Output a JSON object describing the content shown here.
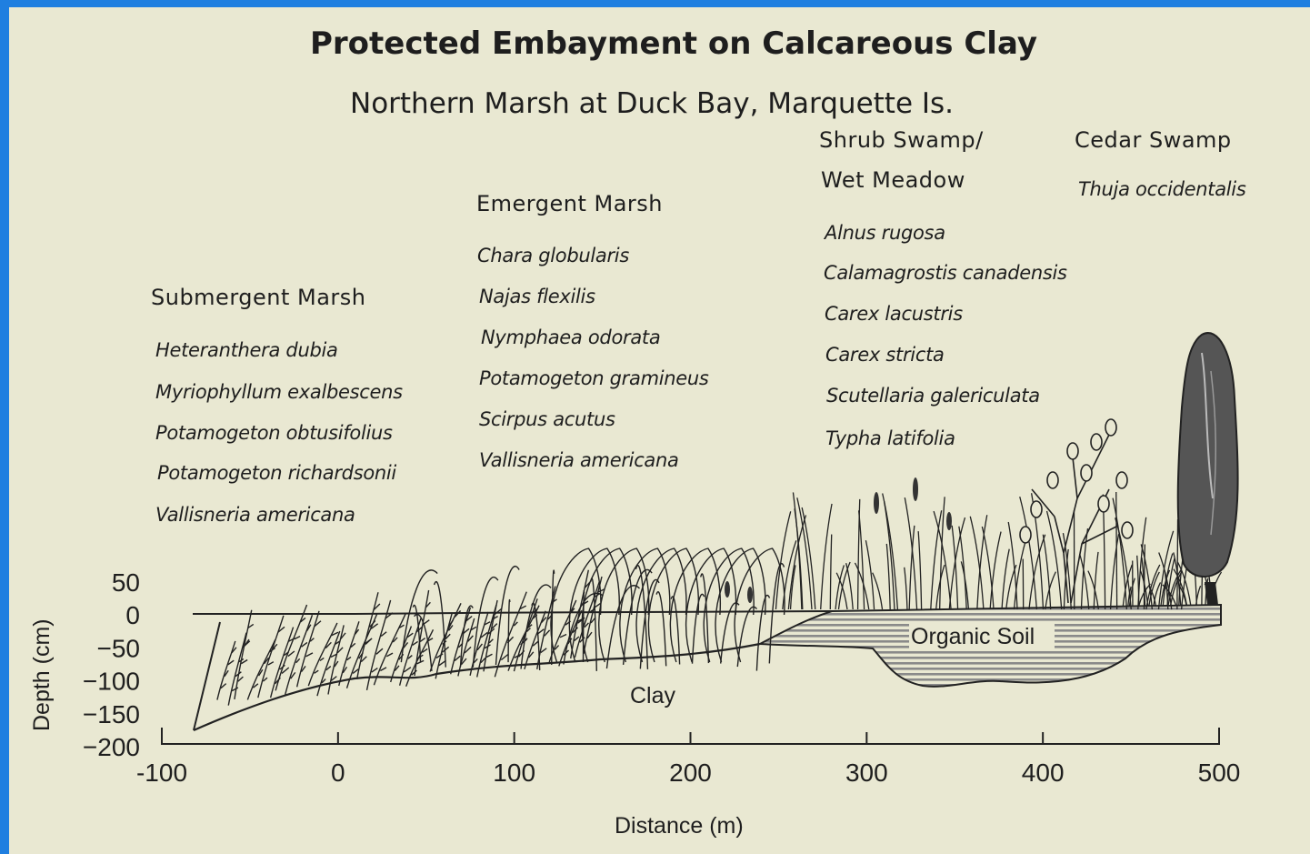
{
  "title": "Protected Embayment on Calcareous Clay",
  "subtitle": "Northern Marsh at Duck Bay, Marquette Is.",
  "zones": {
    "submergent": {
      "name": "Submergent Marsh",
      "species": [
        "Heteranthera dubia",
        "Myriophyllum exalbescens",
        "Potamogeton obtusifolius",
        "Potamogeton richardsonii",
        "Vallisneria americana"
      ]
    },
    "emergent": {
      "name": "Emergent Marsh",
      "species": [
        "Chara globularis",
        "Najas flexilis",
        "Nymphaea odorata",
        "Potamogeton gramineus",
        "Scirpus acutus",
        "Vallisneria americana"
      ]
    },
    "shrub": {
      "name_line1": "Shrub Swamp/",
      "name_line2": "Wet Meadow",
      "species": [
        "Alnus rugosa",
        "Calamagrostis canadensis",
        "Carex lacustris",
        "Carex stricta",
        "Scutellaria galericulata",
        "Typha latifolia"
      ]
    },
    "cedar": {
      "name": "Cedar Swamp",
      "species": [
        "Thuja occidentalis"
      ]
    }
  },
  "chart_data": {
    "type": "diagram",
    "xlabel": "Distance (m)",
    "ylabel": "Depth (cm)",
    "xticks": [
      "-100",
      "0",
      "100",
      "200",
      "300",
      "400",
      "500"
    ],
    "yticks": [
      "50",
      "0",
      "-50",
      "-100",
      "-150",
      "-200"
    ],
    "xlim": [
      -100,
      500
    ],
    "ylim": [
      -200,
      50
    ],
    "layers": [
      "Organic Soil",
      "Clay"
    ]
  },
  "colors": {
    "background": "#e9e8d2",
    "frame": "#1f7fe0",
    "ink": "#1e1e1e",
    "organic_soil": "#8a8a8a"
  }
}
